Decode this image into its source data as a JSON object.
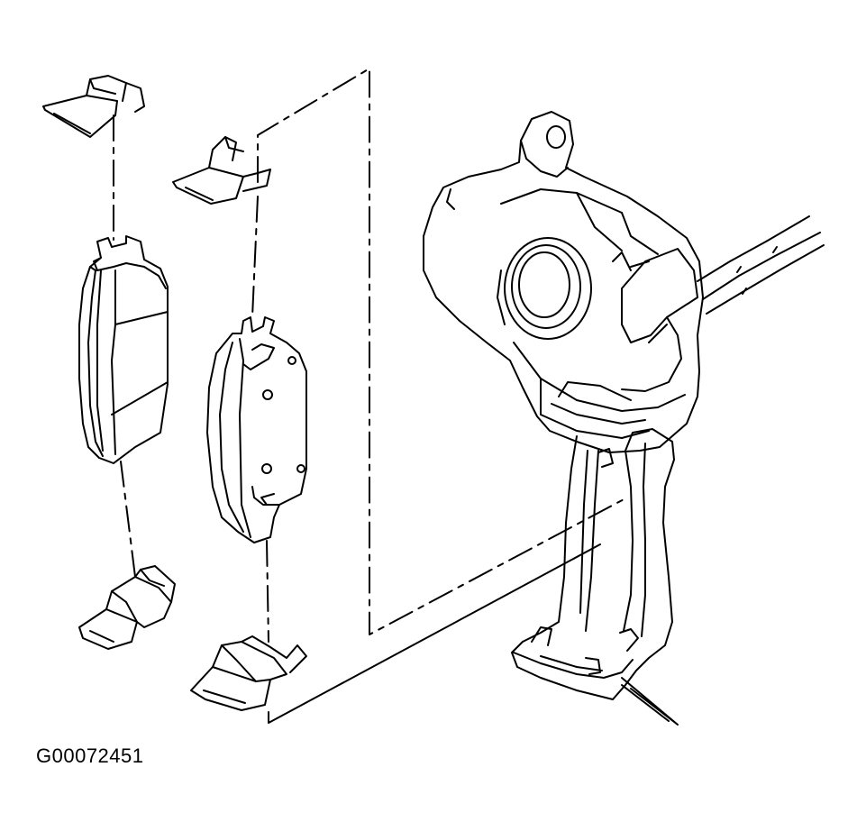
{
  "figure": {
    "id_label": "G00072451"
  },
  "parts": [
    {
      "name": "outer-upper-pad-clip"
    },
    {
      "name": "inner-upper-pad-clip"
    },
    {
      "name": "outer-brake-pad"
    },
    {
      "name": "inner-brake-pad"
    },
    {
      "name": "outer-lower-pad-clip"
    },
    {
      "name": "inner-lower-pad-clip"
    },
    {
      "name": "caliper-housing"
    },
    {
      "name": "caliper-bracket"
    },
    {
      "name": "brake-hose"
    }
  ]
}
